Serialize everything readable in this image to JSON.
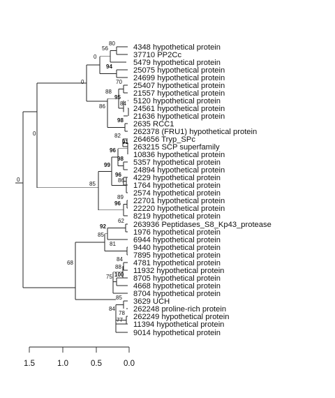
{
  "tree": {
    "leaves": [
      "4348 hypothetical protein",
      "37710 PP2Cc",
      "5479 hypothetical protein",
      "25075 hypothetical protein",
      "24699 hypothetical protein",
      "25407 hypothetical protein",
      "21557 hypothetical protein",
      "5120 hypothetical protein",
      "24561 hypothetical protein",
      "21636 hypothetical protein",
      "2635 RCC1",
      "262378 (FRU1) hypothetical protein",
      "264656 Tryp_SPc",
      "263215 SCP superfamily",
      "10836 hypothetical protein",
      "5357 hypothetical protein",
      "24894 hypothetical protein",
      "4229 hypothetical protein",
      "1764 hypothetical protein",
      "2574 hypothetical protein",
      "22701 hypothetical protein",
      "22220 hypothetical protein",
      "8219 hypothetical protein",
      "263936 Peptidases_S8_Kp43_protease",
      "1976 hypothetical protein",
      "6944 hypothetical protein",
      "9440 hypothetical protein",
      "7895 hypothetical protein",
      "4781 hypothetical protein",
      "11932 hypothetical protein",
      "8705 hypothetical protein",
      "4668 hypothetical protein",
      "8704 hypothetical protein",
      "3629 UCH",
      "262248 proline-rich protein",
      "262249 hypothetical protein",
      "11394 hypothetical protein",
      "9014 hypothetical protein"
    ],
    "bootstrap": [
      {
        "label": "80",
        "bold": false
      },
      {
        "label": "56",
        "bold": false
      },
      {
        "label": "0",
        "bold": false
      },
      {
        "label": "94",
        "bold": true
      },
      {
        "label": "0",
        "bold": false
      },
      {
        "label": "70",
        "bold": false
      },
      {
        "label": "88",
        "bold": false
      },
      {
        "label": "95",
        "bold": true
      },
      {
        "label": "84",
        "bold": false
      },
      {
        "label": "86",
        "bold": false
      },
      {
        "label": "98",
        "bold": true
      },
      {
        "label": "0",
        "bold": false
      },
      {
        "label": "82",
        "bold": false
      },
      {
        "label": "91",
        "bold": true
      },
      {
        "label": "96",
        "bold": true
      },
      {
        "label": "98",
        "bold": true
      },
      {
        "label": "99",
        "bold": true
      },
      {
        "label": "96",
        "bold": true
      },
      {
        "label": "86",
        "bold": false
      },
      {
        "label": "89",
        "bold": false
      },
      {
        "label": "96",
        "bold": true
      },
      {
        "label": "85",
        "bold": false
      },
      {
        "label": "0",
        "bold": false
      },
      {
        "label": "62",
        "bold": false
      },
      {
        "label": "92",
        "bold": true
      },
      {
        "label": "85",
        "bold": false
      },
      {
        "label": "81",
        "bold": false
      },
      {
        "label": "84",
        "bold": false
      },
      {
        "label": "88",
        "bold": false
      },
      {
        "label": "100",
        "bold": true
      },
      {
        "label": "75",
        "bold": false
      },
      {
        "label": "68",
        "bold": false
      },
      {
        "label": "85",
        "bold": false
      },
      {
        "label": "78",
        "bold": false
      },
      {
        "label": "77",
        "bold": false
      },
      {
        "label": "84",
        "bold": false
      }
    ],
    "scale": {
      "ticks": [
        "1.5",
        "1.0",
        "0.5",
        "0.0"
      ]
    }
  }
}
